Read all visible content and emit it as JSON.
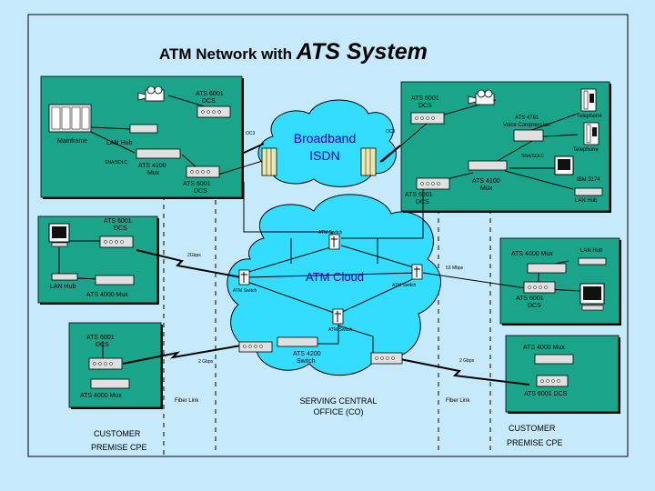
{
  "title": {
    "prefix": "ATM Network with ",
    "emph": "ATS System"
  },
  "colors": {
    "background": "#c6eafb",
    "site_box": "#1aa58a",
    "cloud": "#33ddff",
    "frame": "#000000",
    "device": "#e0e0e0"
  },
  "top_left": {
    "dcs_top": [
      "ATS 6001",
      "DCS"
    ],
    "mainframe": "Mainframe",
    "lan_hub": "LAN Hub",
    "sna": "SNA/SDLC",
    "mux": [
      "ATS 4100",
      "Mux"
    ],
    "dcs_bottom": [
      "ATS 6001",
      "DCS"
    ]
  },
  "top_right": {
    "dcs": [
      "ATS 6001",
      "DCS"
    ],
    "voice": [
      "ATS 4761",
      "Voice Compression"
    ],
    "telephone1": "Telephone",
    "telephone2": "Telephone",
    "sna": "SNA/SDLC",
    "mux": [
      "ATS 4100",
      "Mux"
    ],
    "ibm": "IBM 3174",
    "lan_hub": "LAN Hub",
    "dcs_bottom": [
      "ATS 6001",
      "DCS"
    ]
  },
  "isdn": {
    "line1": "Broadband",
    "line2": "ISDN",
    "oc3_left": "OC3",
    "oc3_right": "OC3"
  },
  "left_mid": {
    "dcs": [
      "ATS 6001",
      "DCS"
    ],
    "lan_hub": "LAN Hub",
    "mux": "ATS 4000 Mux"
  },
  "left_low": {
    "dcs": [
      "ATS 6001",
      "DCS"
    ],
    "mux": "ATS 4000 Mux"
  },
  "right_mid": {
    "mux": "ATS 4000 Mux",
    "lan_hub": "LAN Hub",
    "dcs": [
      "ATS 6001",
      "DCS"
    ]
  },
  "right_low": {
    "mux": "ATS 4000 Mux",
    "dcs": "ATS 6001 DCS"
  },
  "atm": {
    "cloud_label": "ATM Cloud",
    "switch_top": "ATM Switch",
    "switch_left": "ATM Switch",
    "switch_right": "ATM Switch",
    "switch_bottom": "ATM Switch",
    "switch_4200": [
      "ATS 4200",
      "Switch"
    ]
  },
  "links": {
    "left_mid": "2Gbps",
    "right_mid": "53 Mbps",
    "left_low": "2 Gbps",
    "right_low": "2 Gbps"
  },
  "fiber": {
    "left": "Fiber Link",
    "right": "Fiber Link"
  },
  "co_label": [
    "SERVING CENTRAL",
    "OFFICE (CO)"
  ],
  "cpe_left": [
    "CUSTOMER",
    "PREMISE CPE"
  ],
  "cpe_right": [
    "CUSTOMER",
    "PREMISE CPE"
  ]
}
